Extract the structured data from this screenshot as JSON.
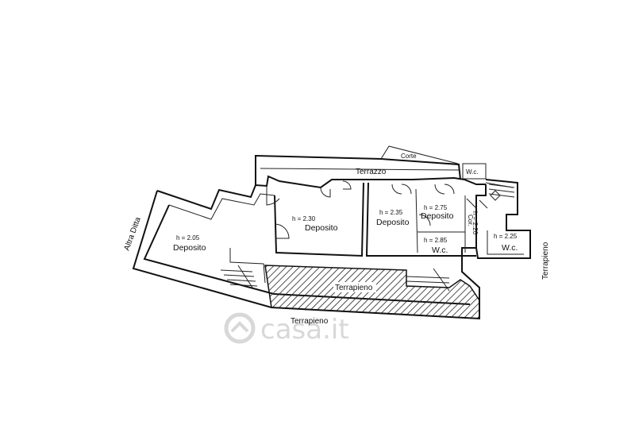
{
  "labels": {
    "corte": "Corte",
    "terrazzo": "Terrazzo",
    "wc_top": "W.c.",
    "altra_ditta": "Altra Ditta",
    "h_1": "h = 2.05",
    "deposito_1": "Deposito",
    "h_2": "h = 2.30",
    "deposito_2": "Deposito",
    "h_3": "h = 2.35",
    "deposito_3": "Deposito",
    "h_4": "h = 2.75",
    "deposito_4": "Deposito",
    "h_wc": "h = 2.85",
    "wc_mid": "W.c.",
    "cor": "Cor.",
    "h_cor": "h = 2.20",
    "h_wc_right": "h = 2.25",
    "wc_right": "W.c.",
    "terrapieno_right": "Terrapieno",
    "terrapieno_inner": "Terrapieno",
    "terrapieno_bottom": "Terrapieno"
  },
  "watermark": "casa.it",
  "colors": {
    "line": "#111111",
    "watermark": "#d8d8d8"
  }
}
